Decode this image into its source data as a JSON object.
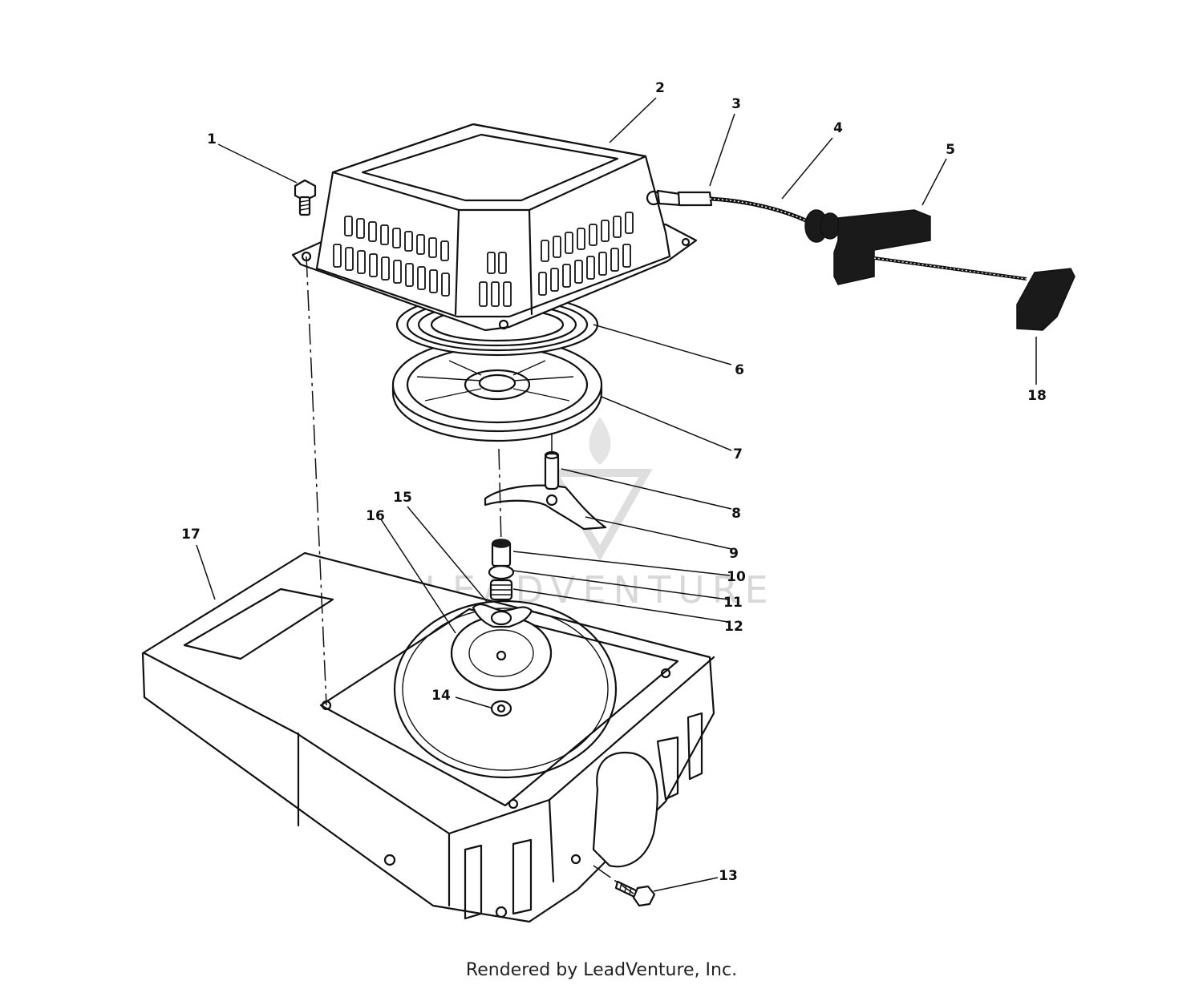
{
  "callouts": [
    {
      "id": "1",
      "label": "1"
    },
    {
      "id": "2",
      "label": "2"
    },
    {
      "id": "3",
      "label": "3"
    },
    {
      "id": "4",
      "label": "4"
    },
    {
      "id": "5",
      "label": "5"
    },
    {
      "id": "6",
      "label": "6"
    },
    {
      "id": "7",
      "label": "7"
    },
    {
      "id": "8",
      "label": "8"
    },
    {
      "id": "9",
      "label": "9"
    },
    {
      "id": "10",
      "label": "10"
    },
    {
      "id": "11",
      "label": "11"
    },
    {
      "id": "12",
      "label": "12"
    },
    {
      "id": "13",
      "label": "13"
    },
    {
      "id": "14",
      "label": "14"
    },
    {
      "id": "15",
      "label": "15"
    },
    {
      "id": "16",
      "label": "16"
    },
    {
      "id": "17",
      "label": "17"
    },
    {
      "id": "18",
      "label": "18"
    }
  ],
  "watermark": "LEADVENTURE",
  "footer": "Rendered by LeadVenture, Inc.",
  "colors": {
    "ink": "#111111",
    "background": "#ffffff",
    "watermark": "#d8d8d8"
  }
}
